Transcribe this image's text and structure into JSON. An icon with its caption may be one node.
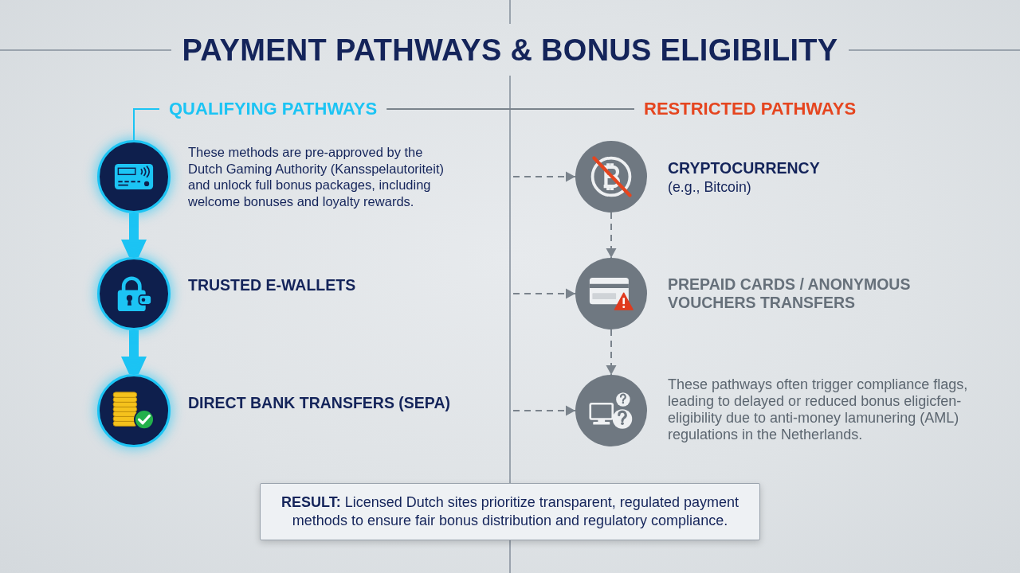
{
  "diagram": {
    "title": "PAYMENT PATHWAYS & BONUS ELIGIBILITY",
    "nodes": [
      {
        "text": [
          "QUALIFYING PATHWAYS"
        ]
      },
      {
        "text": [],
        "shape": "circle",
        "beside": [
          "These methods are pre-approved by the Dutch Gaming Authority (Kansspelautoriteit) and unlock full bonus packages, including welcome bonuses and loyalty rewards."
        ]
      },
      {
        "text": [],
        "shape": "circle",
        "beside": [
          "TRUSTED E-WALLETS"
        ]
      },
      {
        "text": [],
        "shape": "circle",
        "beside": [
          "DIRECT BANK TRANSFERS (SEPA)"
        ]
      },
      {
        "text": [
          "RESTRICTED PATHWAYS"
        ]
      },
      {
        "text": [],
        "shape": "circle",
        "beside": [
          "CRYPTOCURRENCY",
          "(e.g., Bitcoin)"
        ]
      },
      {
        "text": [],
        "shape": "circle",
        "beside": [
          "PREPAID CARDS / ANONYMOUS VOUCHERS TRANSFERS"
        ]
      },
      {
        "text": [],
        "shape": "circle",
        "beside": [
          "These pathways often trigger compliance flags, leading to delayed or reduced bonus eligicfen- eligibility due to anti-money lamunering (AML) regulations in the Netherlands."
        ]
      },
      {
        "text": [
          "**RESULT:** Licensed Dutch sites prioritize transparent, regulated payment methods to ensure fair bonus distribution and regulatory compliance."
        ]
      }
    ],
    "edges": [
      {
        "from": 0,
        "to": 1,
        "arrow": "none",
        "color": "#1cc4f4"
      },
      {
        "from": 0,
        "to": 4,
        "arrow": "none"
      },
      {
        "from": 1,
        "to": 2,
        "arrow": "to",
        "style": "thick",
        "color": "#1cc4f4"
      },
      {
        "from": 2,
        "to": 3,
        "arrow": "to",
        "style": "thick",
        "color": "#1cc4f4"
      },
      {
        "from": null,
        "to": 5,
        "arrow": "to",
        "style": "dashed"
      },
      {
        "from": null,
        "to": 6,
        "arrow": "to",
        "style": "dashed"
      },
      {
        "from": null,
        "to": 7,
        "arrow": "to",
        "style": "dashed"
      },
      {
        "from": 5,
        "to": 6,
        "arrow": "to",
        "style": "dashed"
      },
      {
        "from": 6,
        "to": 7,
        "arrow": "to",
        "style": "dashed"
      }
    ]
  }
}
